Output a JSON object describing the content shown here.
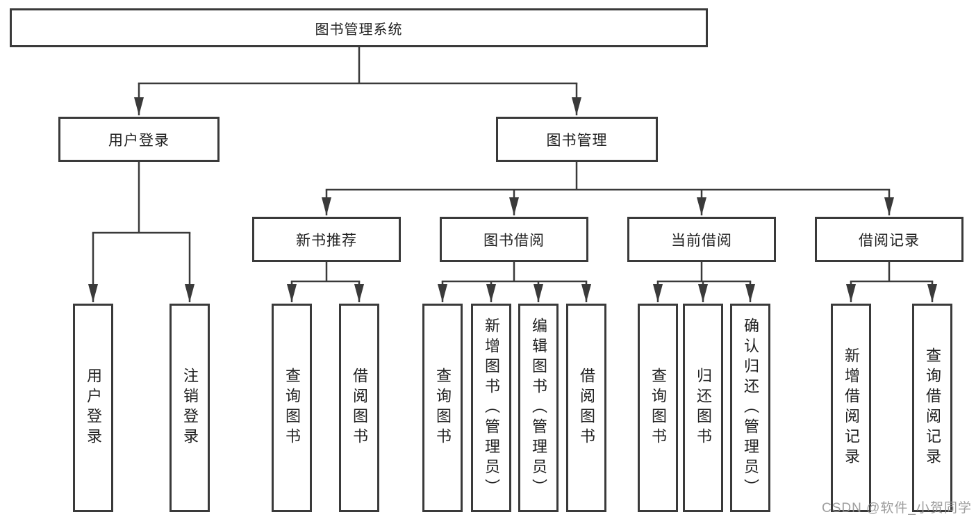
{
  "diagram": {
    "watermark": "CSDN @软件_小贺同学",
    "colors": {
      "line": "#3a3a3a",
      "box_border": "#3a3a3a",
      "box_fill": "#ffffff",
      "text": "#212121",
      "watermark": "#949494"
    },
    "root": {
      "label": "图书管理系统"
    },
    "user_login": {
      "label": "用户登录",
      "leaves": [
        "用户登录",
        "注销登录"
      ]
    },
    "book_management": {
      "label": "图书管理",
      "sections": [
        {
          "label": "新书推荐",
          "leaves": [
            "查询图书",
            "借阅图书"
          ]
        },
        {
          "label": "图书借阅",
          "leaves": [
            "查询图书",
            "新增图书（管理员）",
            "编辑图书（管理员）",
            "借阅图书"
          ]
        },
        {
          "label": "当前借阅",
          "leaves": [
            "查询图书",
            "归还图书",
            "确认归还（管理员）"
          ]
        },
        {
          "label": "借阅记录",
          "leaves": [
            "新增借阅记录",
            "查询借阅记录"
          ]
        }
      ]
    }
  }
}
